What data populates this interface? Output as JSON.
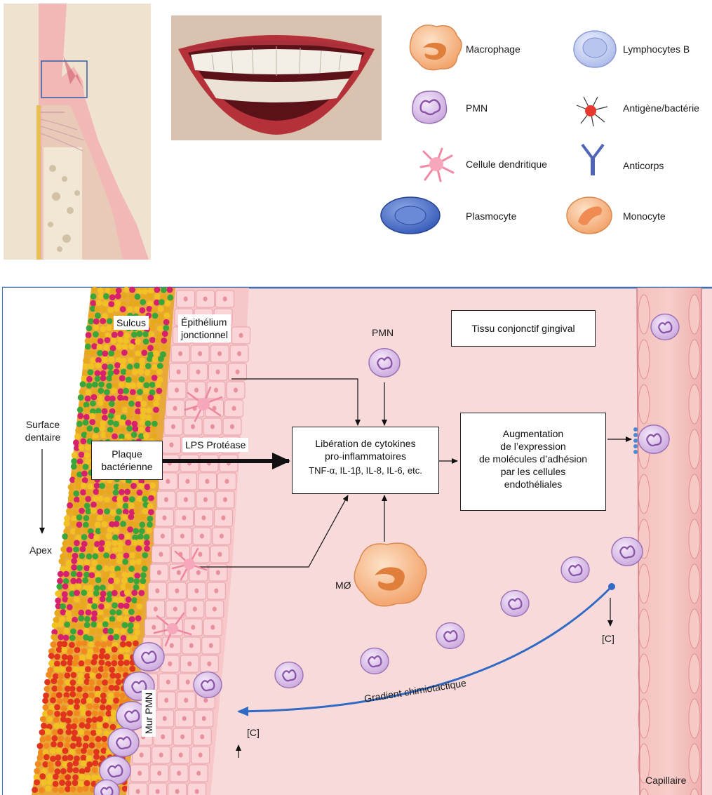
{
  "legend": {
    "macrophage": "Macrophage",
    "lymphocytes_b": "Lymphocytes B",
    "pmn": "PMN",
    "antigene": "Antigène/bactérie",
    "cellule_dendritique": "Cellule dendritique",
    "anticorps": "Anticorps",
    "plasmocyte": "Plasmocyte",
    "monocyte": "Monocyte"
  },
  "diagram": {
    "sulcus": "Sulcus",
    "epithelium_l1": "Épithélium",
    "epithelium_l2": "jonctionnel",
    "tissu": "Tissu conjonctif gingival",
    "pmn_top": "PMN",
    "surface_l1": "Surface",
    "surface_l2": "dentaire",
    "apex": "Apex",
    "plaque_l1": "Plaque",
    "plaque_l2": "bactérienne",
    "lps": "LPS Protéase",
    "cyto_l1": "Libération de cytokines",
    "cyto_l2": "pro-inflammatoires",
    "cyto_l3": "TNF-α, IL-1β, IL-8, IL-6, etc.",
    "aug_l1": "Augmentation",
    "aug_l2": "de l’expression",
    "aug_l3": "de molécules d’adhésion",
    "aug_l4": "par les cellules",
    "aug_l5": "endothéliales",
    "mo": "MØ",
    "c_right": "[C]",
    "c_left": "[C]",
    "gradient": "Gradient chimiotactique",
    "mur_pmn": "Mur PMN",
    "capillaire": "Capillaire"
  },
  "colors": {
    "tissue": "#f8dada",
    "capillary": "#f2b6b4",
    "epithelium": "#f6c6c8",
    "pmn": "#e2c8ee",
    "macrophage": "#f7b27c",
    "gradient_arrow": "#2f6ac4",
    "frame": "#3c6fb0"
  },
  "icons": [
    "macrophage-icon",
    "lymphocyte-b-icon",
    "pmn-icon",
    "antigen-bacteria-icon",
    "dendritic-cell-icon",
    "antibody-icon",
    "plasmocyte-icon",
    "monocyte-icon"
  ]
}
